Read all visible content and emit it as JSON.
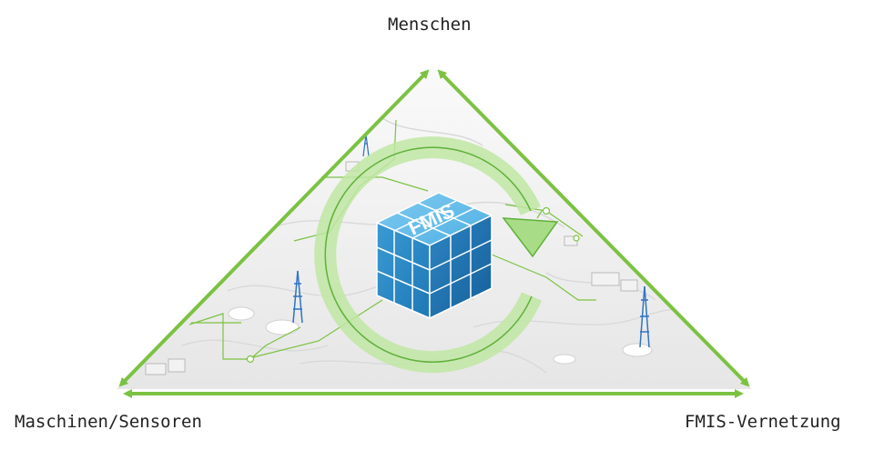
{
  "labels": {
    "top": "Menschen",
    "left": "Maschinen/Sensoren",
    "right": "FMIS-Vernetzung"
  },
  "cube_text": "FMIS",
  "colors": {
    "accent": "#7cc242",
    "cube": "#3d9fd6",
    "cycle_arrow": "#b7e39b",
    "terrain": "#efefef"
  }
}
